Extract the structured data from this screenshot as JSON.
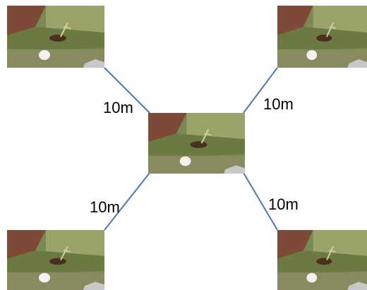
{
  "diagram": {
    "line_color": "#4a78b5",
    "distance_labels": {
      "top_left": "10m",
      "top_right": "10m",
      "bottom_left": "10m",
      "bottom_right": "10m"
    },
    "photos": [
      "top-left",
      "top-right",
      "center",
      "bottom-left",
      "bottom-right"
    ]
  }
}
